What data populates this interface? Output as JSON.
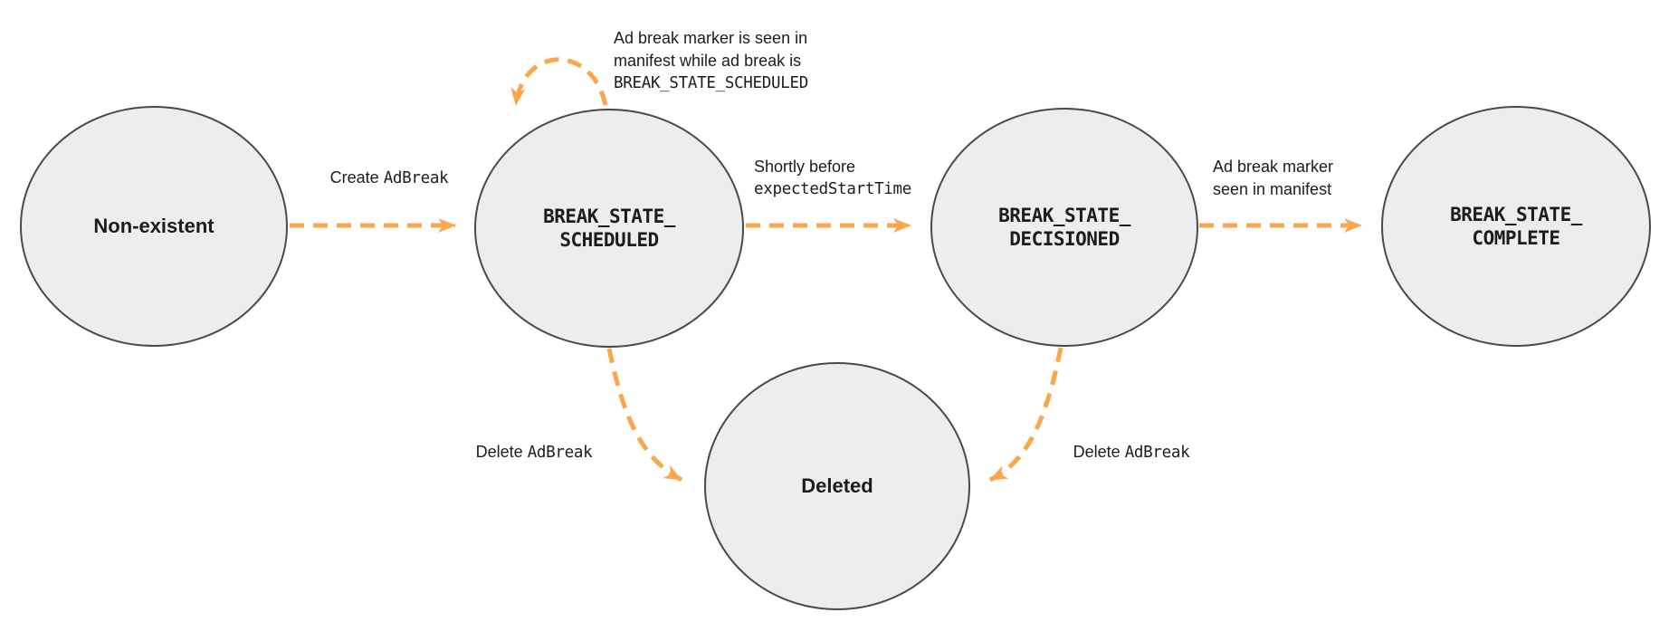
{
  "colors": {
    "arrow": "#FAA74B",
    "circle_fill": "#EDEDED",
    "circle_border": "#4A4A4A",
    "text": "#1C1C1C"
  },
  "states": {
    "non_existent": {
      "line1": "Non-existent"
    },
    "scheduled": {
      "line1": "BREAK_STATE_",
      "line2": "SCHEDULED"
    },
    "decisioned": {
      "line1": "BREAK_STATE_",
      "line2": "DECISIONED"
    },
    "complete": {
      "line1": "BREAK_STATE_",
      "line2": "COMPLETE"
    },
    "deleted": {
      "line1": "Deleted"
    }
  },
  "transitions": {
    "create": {
      "prefix": "Create ",
      "code": "AdBreak"
    },
    "self_loop": {
      "line1": "Ad break marker is seen in",
      "line2": "manifest while ad break is",
      "code_line": "BREAK_STATE_SCHEDULED"
    },
    "shortly": {
      "line1": "Shortly before",
      "code_line": "expectedStartTime"
    },
    "marker_seen": {
      "line1": "Ad break marker",
      "line2": "seen in manifest"
    },
    "delete_left": {
      "prefix": "Delete ",
      "code": "AdBreak"
    },
    "delete_right": {
      "prefix": "Delete ",
      "code": "AdBreak"
    }
  }
}
